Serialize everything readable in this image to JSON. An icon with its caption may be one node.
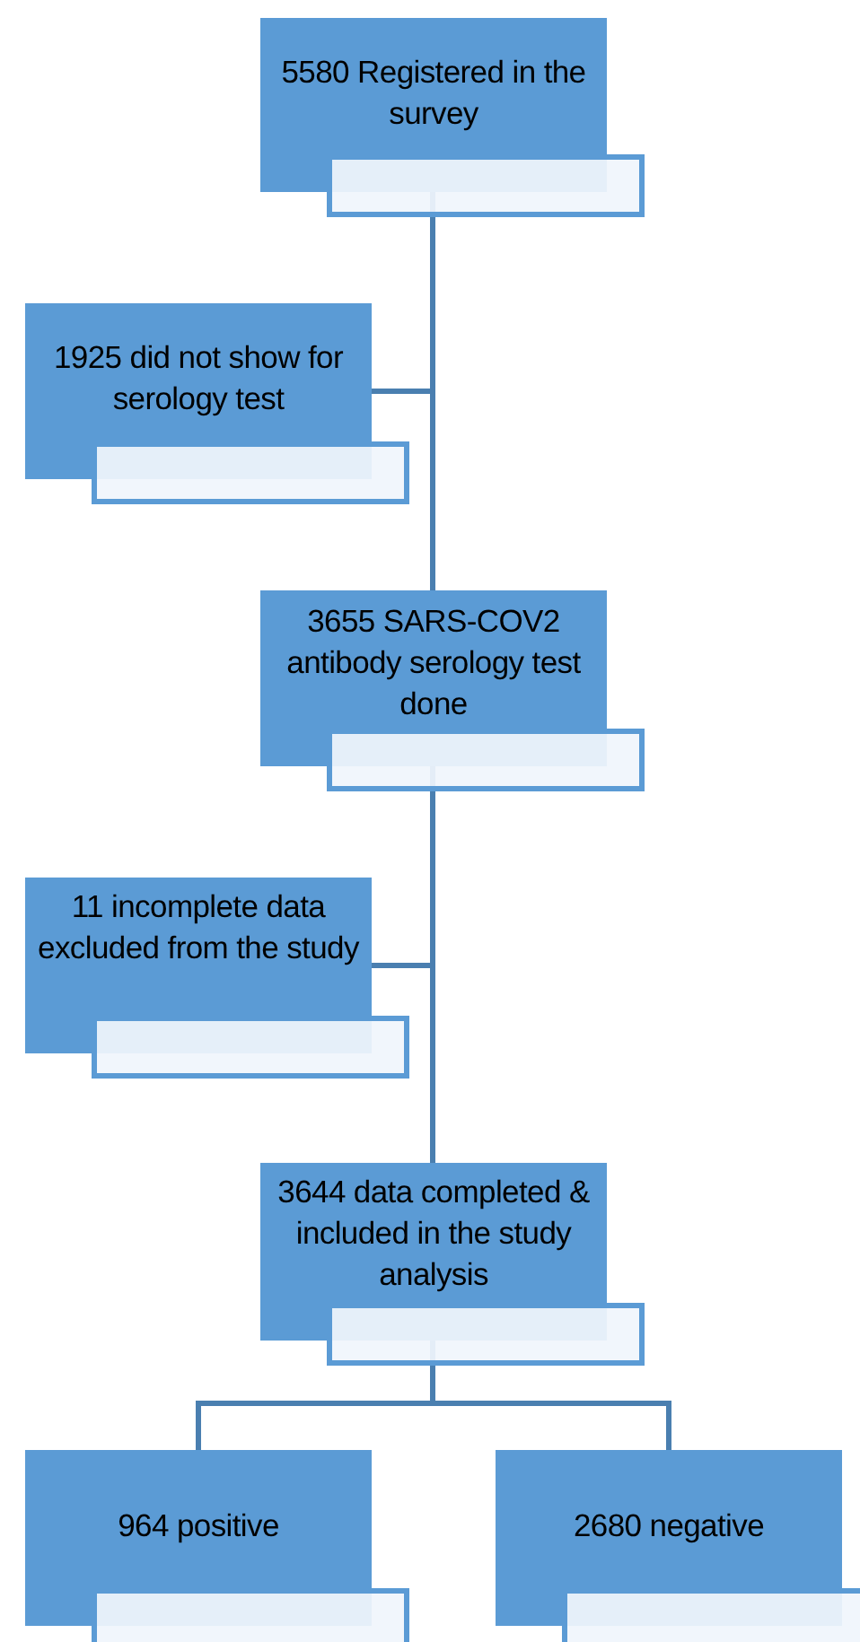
{
  "diagram": {
    "nodes": [
      {
        "text": [
          "5580 Registered in the survey"
        ]
      },
      {
        "text": [
          "1925 did not show for serology test"
        ]
      },
      {
        "text": [
          "3655 SARS-COV2 antibody serology test done"
        ]
      },
      {
        "text": [
          "11 incomplete data excluded from the study"
        ]
      },
      {
        "text": [
          "3644 data completed & included in the study analysis"
        ]
      },
      {
        "text": [
          "964 positive"
        ]
      },
      {
        "text": [
          "2680 negative"
        ]
      }
    ],
    "edges": [
      {
        "from": 0,
        "to": 1,
        "arrow": "none"
      },
      {
        "from": 0,
        "to": 2,
        "arrow": "none"
      },
      {
        "from": 2,
        "to": 3,
        "arrow": "none"
      },
      {
        "from": 2,
        "to": 4,
        "arrow": "none"
      },
      {
        "from": 4,
        "to": 5,
        "arrow": "none"
      },
      {
        "from": 4,
        "to": 6,
        "arrow": "none"
      }
    ]
  }
}
